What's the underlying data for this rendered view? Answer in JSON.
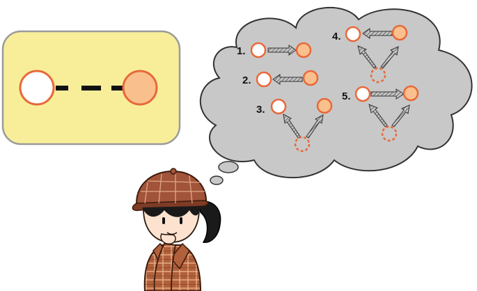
{
  "colors": {
    "node_white_fill": "#ffffff",
    "node_orange_fill": "#f9c08d",
    "node_stroke": "#e8683a",
    "box_fill": "#f8ee9a",
    "box_stroke": "#9a9a9a",
    "cloud_fill": "#c8c8c8",
    "cloud_stroke": "#333333",
    "arrow_fill": "#9e9e9e",
    "hat_brown": "#a1543a",
    "coat_brown": "#b0603a"
  },
  "left_panel": {
    "edge_style": "dashed-undirected",
    "nodes": [
      "white",
      "orange"
    ]
  },
  "thought_cloud": {
    "options": [
      {
        "label": "1.",
        "structure": "white-to-orange"
      },
      {
        "label": "2.",
        "structure": "orange-to-white"
      },
      {
        "label": "3.",
        "structure": "hidden-common-cause"
      },
      {
        "label": "4.",
        "structure": "orange-to-white-with-hidden-cause"
      },
      {
        "label": "5.",
        "structure": "white-to-orange-with-hidden-cause"
      }
    ]
  },
  "character": {
    "icon": "detective-thinking-icon"
  }
}
